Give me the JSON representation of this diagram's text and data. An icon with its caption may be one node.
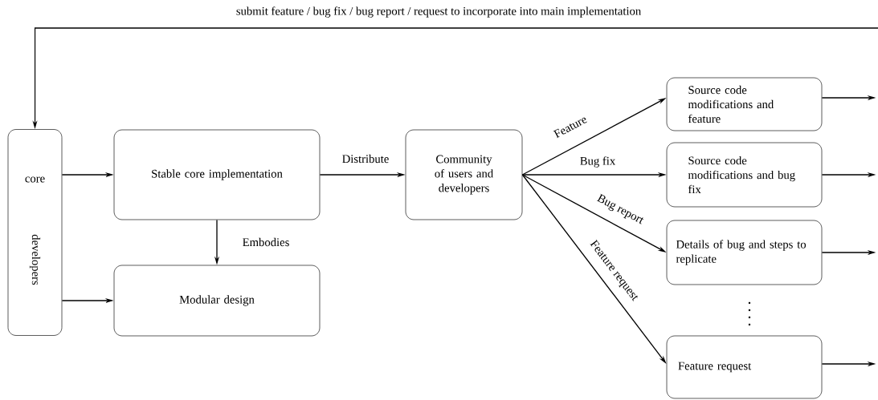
{
  "diagram": {
    "nodes": [
      {
        "text": [
          "core",
          "developers"
        ]
      },
      {
        "text": [
          "Stable core implementation"
        ]
      },
      {
        "text": [
          "Modular design"
        ]
      },
      {
        "text": [
          "Community of users and developers"
        ]
      },
      {
        "text": [
          "Source code modifications and feature"
        ]
      },
      {
        "text": [
          "Source code modifications and bug fix"
        ]
      },
      {
        "text": [
          "Details of bug and steps to replicate"
        ]
      },
      {
        "text": [
          "Feature request"
        ]
      }
    ],
    "edges": [
      {
        "from": 0,
        "to": 1,
        "arrow": "to"
      },
      {
        "from": 0,
        "to": 2,
        "arrow": "to"
      },
      {
        "from": 1,
        "to": 2,
        "arrow": "to",
        "label": "Embodies"
      },
      {
        "from": 1,
        "to": 3,
        "arrow": "to",
        "label": "Distribute"
      },
      {
        "from": 3,
        "to": 4,
        "arrow": "to",
        "label": "Feature"
      },
      {
        "from": 3,
        "to": 5,
        "arrow": "to",
        "label": "Bug fix"
      },
      {
        "from": 3,
        "to": 6,
        "arrow": "to",
        "label": "Bug report"
      },
      {
        "from": 3,
        "to": 7,
        "arrow": "to",
        "label": "Feature request"
      },
      {
        "from": 4,
        "to": null,
        "arrow": "to"
      },
      {
        "from": 5,
        "to": null,
        "arrow": "to"
      },
      {
        "from": 6,
        "to": null,
        "arrow": "to"
      },
      {
        "from": 7,
        "to": null,
        "arrow": "to"
      },
      {
        "from": null,
        "to": 0,
        "arrow": "to",
        "label": "submit feature / bug fix / bug report / request to incorporate into main implementation"
      }
    ]
  }
}
